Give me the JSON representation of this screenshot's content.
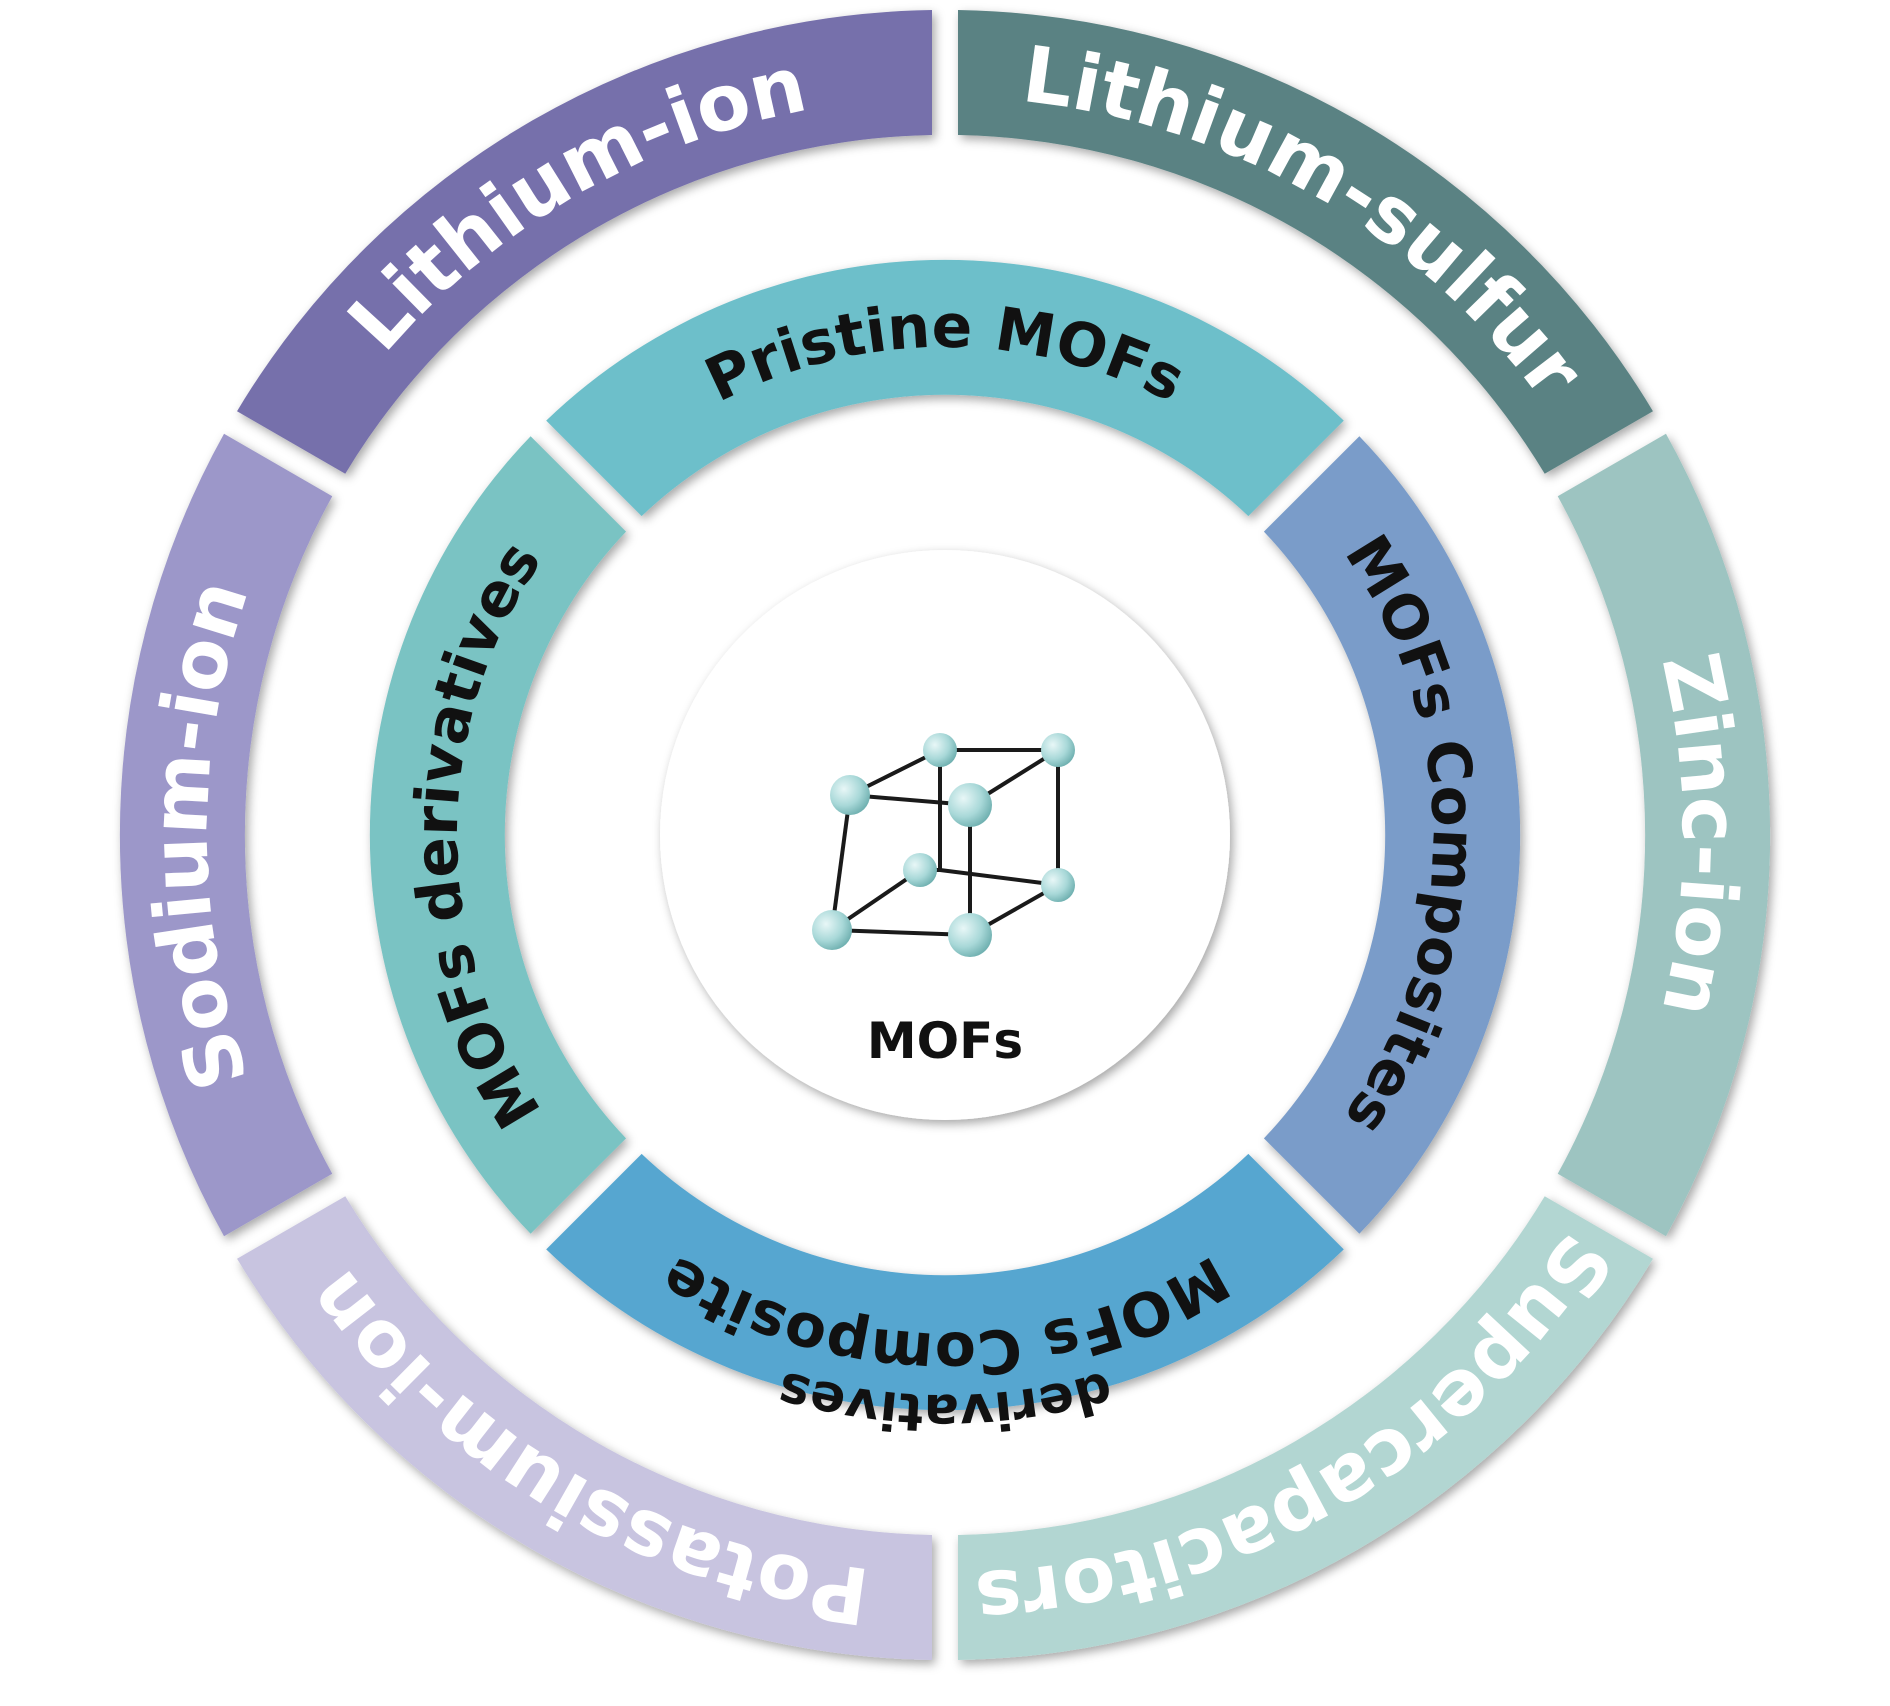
{
  "outer_ring": [
    {
      "id": "lithium-ion",
      "label": "Lithium-ion",
      "color": "#7670ab"
    },
    {
      "id": "lithium-sulfur",
      "label": "Lithium-sulfur",
      "color": "#5a8283"
    },
    {
      "id": "zinc-ion",
      "label": "Zinc-ion",
      "color": "#9dc4c1"
    },
    {
      "id": "supercapacitors",
      "label": "Supercapacitors",
      "color": "#b2d6d2"
    },
    {
      "id": "potassium-ion",
      "label": "Potassium-ion",
      "color": "#c8c4e0"
    },
    {
      "id": "sodium-ion",
      "label": "Sodium-ion",
      "color": "#9c97c9"
    }
  ],
  "inner_ring": [
    {
      "id": "pristine-mofs",
      "label": "Pristine MOFs",
      "color": "#6dbfca"
    },
    {
      "id": "mofs-composites",
      "label": "MOFs Composites",
      "color": "#7a9cc9"
    },
    {
      "id": "mofs-composite-derivatives",
      "label": "MOFs Composite",
      "label2": "derivatives",
      "color": "#56a6d0"
    },
    {
      "id": "mofs-derivatives",
      "label": "MOFs derivatives",
      "color": "#7ac3c3"
    }
  ],
  "center": {
    "label": "MOFs",
    "icon": "crystal-lattice-icon",
    "node_color": "#a8d8d8"
  }
}
